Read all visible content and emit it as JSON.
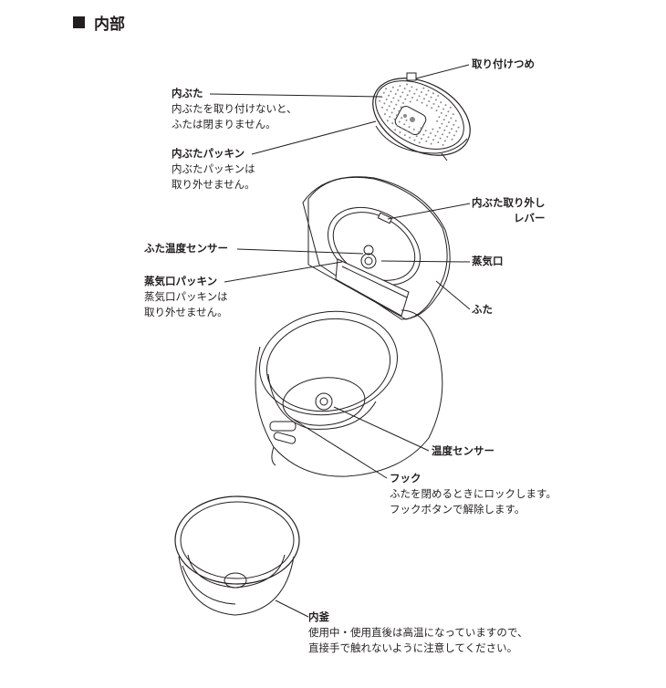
{
  "heading": "内部",
  "labels": {
    "toritsuke": {
      "title": "取り付けつめ"
    },
    "uchibuta": {
      "title": "内ぶた",
      "desc1": "内ぶたを取り付けないと、",
      "desc2": "ふたは閉まりません。"
    },
    "packing": {
      "title": "内ぶたパッキン",
      "desc1": "内ぶたパッキンは",
      "desc2": "取り外せません。"
    },
    "lever": {
      "title1": "内ぶた取り外し",
      "title2": "レバー"
    },
    "lid_sensor": {
      "title": "ふた温度センサー"
    },
    "steam": {
      "title": "蒸気口"
    },
    "steam_packing": {
      "title": "蒸気口パッキン",
      "desc1": "蒸気口パッキンは",
      "desc2": "取り外せません。"
    },
    "futa": {
      "title": "ふた"
    },
    "temp_sensor": {
      "title": "温度センサー"
    },
    "hook": {
      "title": "フック",
      "desc1": "ふたを閉めるときにロックします。",
      "desc2": "フックボタンで解除します。"
    },
    "pot": {
      "title": "内釜",
      "desc1": "使用中・使用直後は高温になっていますので、",
      "desc2": "直接手で触れないように注意してください。"
    }
  },
  "colors": {
    "line": "#231f20",
    "dots": "#8a8a8a"
  }
}
